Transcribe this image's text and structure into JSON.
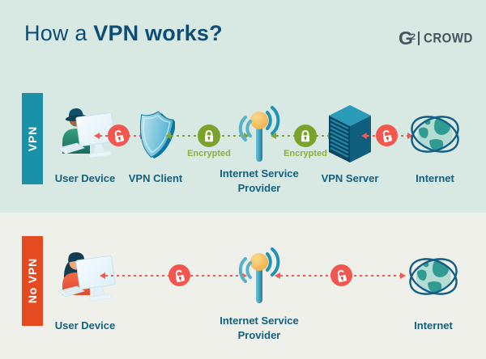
{
  "header": {
    "title_light": "How a ",
    "title_bold": "VPN works?"
  },
  "logo": {
    "letter": "G",
    "sup": "2",
    "name": "CROWD"
  },
  "vpn_row": {
    "band_label": "VPN",
    "user_device": "User Device",
    "vpn_client": "VPN Client",
    "isp_line1": "Internet Service",
    "isp_line2": "Provider",
    "vpn_server": "VPN Server",
    "internet": "Internet",
    "encrypted_1": "Encrypted",
    "encrypted_2": "Encrypted"
  },
  "no_vpn_row": {
    "band_label": "No VPN",
    "user_device": "User Device",
    "isp_line1": "Internet Service",
    "isp_line2": "Provider",
    "internet": "Internet"
  },
  "colors": {
    "bg_top": "#d8e9e3",
    "bg_bottom": "#eef0e9",
    "title_blue": "#0d4d75",
    "label_blue": "#15607f",
    "vpn_bar_teal": "#1b90a9",
    "no_vpn_bar_red": "#e64a20",
    "lock_circle_red": "#f2564e",
    "lock_circle_green": "#7ba32b",
    "arrow_red": "#ef5a52",
    "arrow_green": "#7fa636",
    "encrypted_text_green": "#8fae3e",
    "logo_slate": "#43545e"
  }
}
